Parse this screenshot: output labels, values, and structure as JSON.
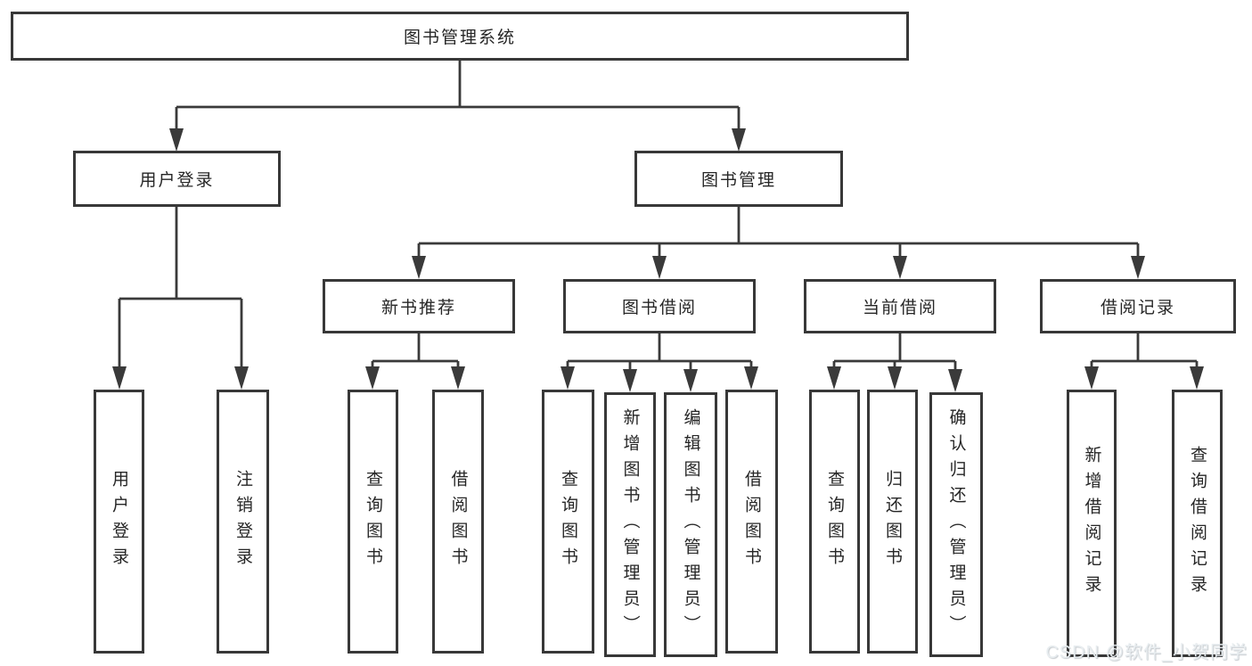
{
  "nodes": {
    "root": "图书管理系统",
    "user_login": "用户登录",
    "book_mgmt": "图书管理",
    "new_book_rec": "新书推荐",
    "book_borrow": "图书借阅",
    "current_borrow": "当前借阅",
    "borrow_record": "借阅记录",
    "leaf_user_login": "用户登录",
    "leaf_logout": "注销登录",
    "rec_query_book": "查询图书",
    "rec_borrow_book": "借阅图书",
    "bb_query_book": "查询图书",
    "bb_add_book": "新增图书（管理员）",
    "bb_edit_book": "编辑图书（管理员）",
    "bb_borrow_book": "借阅图书",
    "cb_query_book": "查询图书",
    "cb_return_book": "归还图书",
    "cb_confirm_return": "确认归还（管理员）",
    "br_add_record": "新增借阅记录",
    "br_query_record": "查询借阅记录"
  },
  "hierarchy": {
    "图书管理系统": [
      "用户登录",
      "图书管理"
    ],
    "用户登录": [
      "用户登录",
      "注销登录"
    ],
    "图书管理": [
      "新书推荐",
      "图书借阅",
      "当前借阅",
      "借阅记录"
    ],
    "新书推荐": [
      "查询图书",
      "借阅图书"
    ],
    "图书借阅": [
      "查询图书",
      "新增图书（管理员）",
      "编辑图书（管理员）",
      "借阅图书"
    ],
    "当前借阅": [
      "查询图书",
      "归还图书",
      "确认归还（管理员）"
    ],
    "借阅记录": [
      "新增借阅记录",
      "查询借阅记录"
    ]
  },
  "watermark": {
    "text": "CSDN @软件_小贺同学"
  },
  "colors": {
    "line": "#3a3a3a",
    "box_border": "#383838",
    "box_fill": "#ffffff",
    "text": "#262626",
    "watermark": "#e8edf0"
  }
}
